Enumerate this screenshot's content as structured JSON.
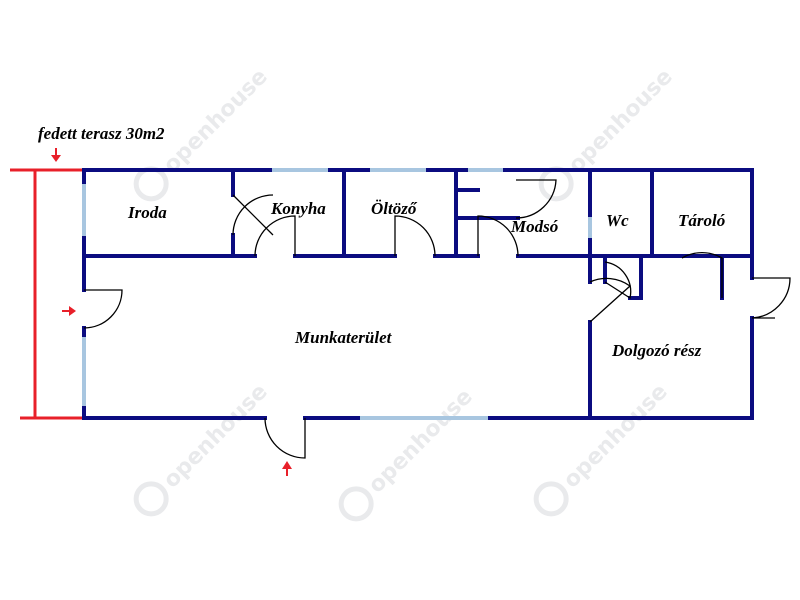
{
  "terrace_label": "fedett terasz 30m2",
  "rooms": {
    "iroda": "Iroda",
    "konyha": "Konyha",
    "oltozo": "Öltöző",
    "modso": "Modsó",
    "wc": "Wc",
    "tarolo": "Tároló",
    "munkaterulet": "Munkaterület",
    "dolgozo": "Dolgozó rész"
  },
  "colors": {
    "wall": "#0b0c80",
    "window": "#a8c6e0",
    "marker": "#e8202a",
    "door": "#000000"
  },
  "watermarks": [
    "openhouse",
    "openhouse",
    "openhouse",
    "openhouse",
    "openhouse"
  ]
}
